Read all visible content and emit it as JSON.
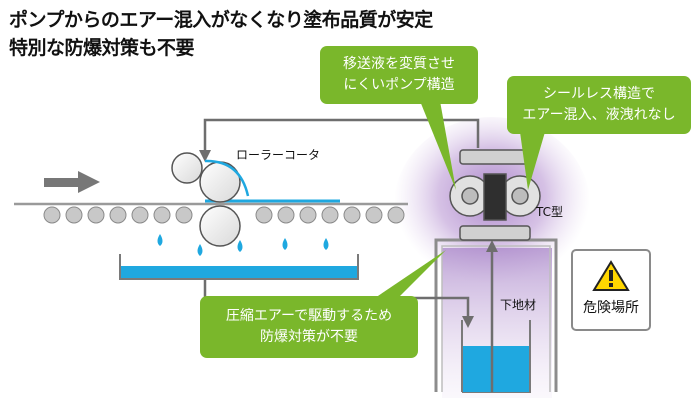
{
  "headline": {
    "line1": "ポンプからのエアー混入がなくなり塗布品質が安定",
    "line2": "特別な防爆対策も不要"
  },
  "callouts": {
    "top_center": {
      "line1": "移送液を変質させ",
      "line2": "にくいポンプ構造"
    },
    "top_right": {
      "line1": "シールレス構造で",
      "line2": "エアー混入、液洩れなし"
    },
    "bottom_left": {
      "line1": "圧縮エアーで駆動するため",
      "line2": "防爆対策が不要"
    }
  },
  "labels": {
    "roller_coater": "ローラーコータ",
    "pump_model": "TC型",
    "substrate": "下地材",
    "hazard_area": "危険場所"
  },
  "colors": {
    "callout_green": "#7ab72b",
    "liquid_blue": "#1fa8e0",
    "purple_glow": "#9b6fc0",
    "arrow_gray": "#6e6e6e"
  }
}
